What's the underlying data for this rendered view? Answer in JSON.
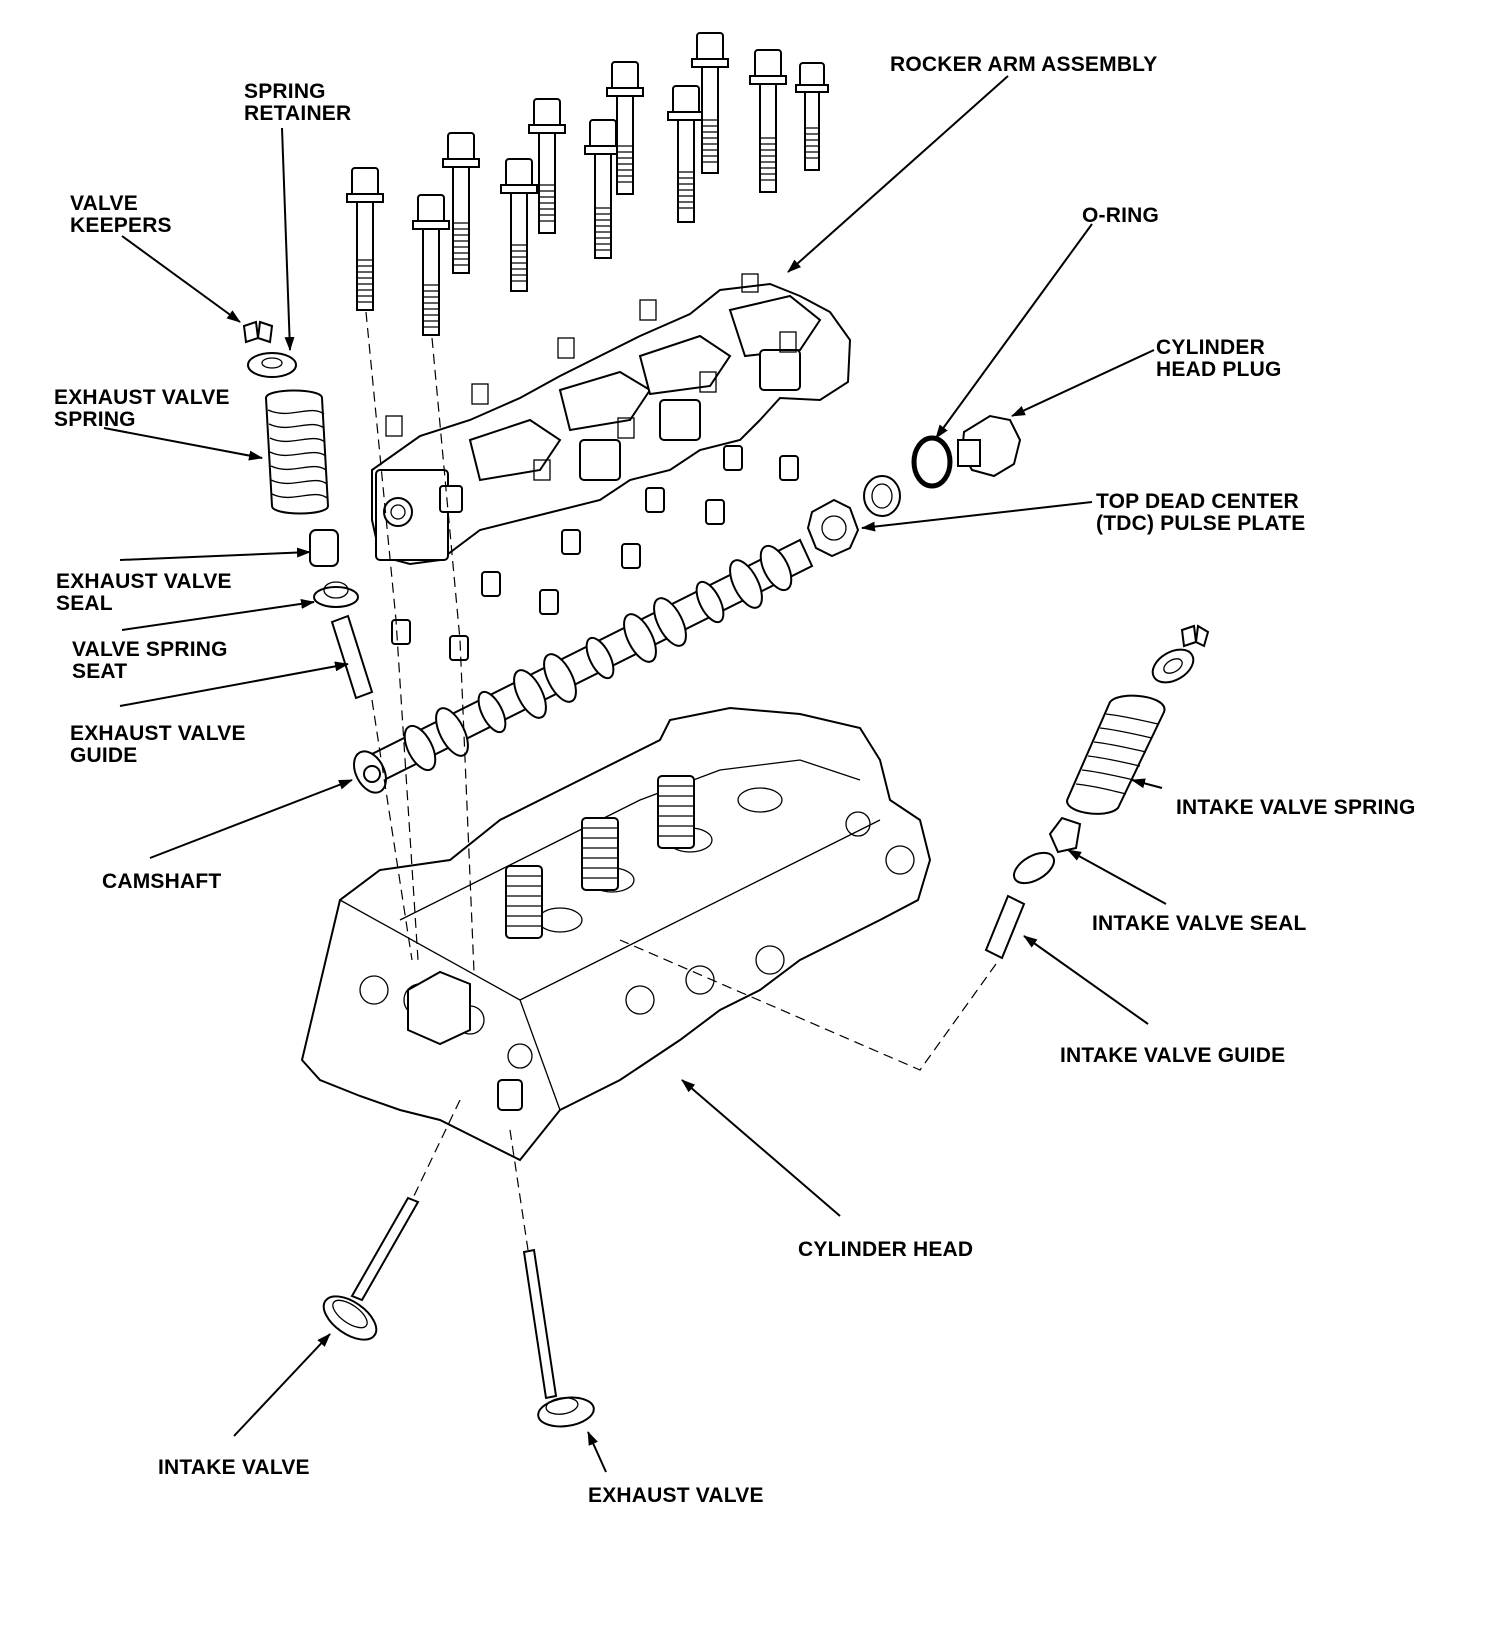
{
  "diagram": {
    "labels": {
      "rocker_arm_assembly": "ROCKER ARM ASSEMBLY",
      "spring_retainer_1": "SPRING",
      "spring_retainer_2": "RETAINER",
      "valve_keepers_1": "VALVE",
      "valve_keepers_2": "KEEPERS",
      "o_ring": "O-RING",
      "cylinder_head_plug_1": "CYLINDER",
      "cylinder_head_plug_2": "HEAD PLUG",
      "exhaust_valve_spring_1": "EXHAUST VALVE",
      "exhaust_valve_spring_2": "SPRING",
      "tdc_pulse_plate_1": "TOP DEAD CENTER",
      "tdc_pulse_plate_2": "(TDC) PULSE PLATE",
      "exhaust_valve_seal_1": "EXHAUST VALVE",
      "exhaust_valve_seal_2": "SEAL",
      "valve_spring_seat_1": "VALVE SPRING",
      "valve_spring_seat_2": "SEAT",
      "exhaust_valve_guide_1": "EXHAUST VALVE",
      "exhaust_valve_guide_2": "GUIDE",
      "intake_valve_spring": "INTAKE VALVE SPRING",
      "camshaft": "CAMSHAFT",
      "intake_valve_seal": "INTAKE VALVE SEAL",
      "intake_valve_guide": "INTAKE VALVE GUIDE",
      "cylinder_head": "CYLINDER HEAD",
      "intake_valve": "INTAKE VALVE",
      "exhaust_valve": "EXHAUST VALVE"
    }
  }
}
